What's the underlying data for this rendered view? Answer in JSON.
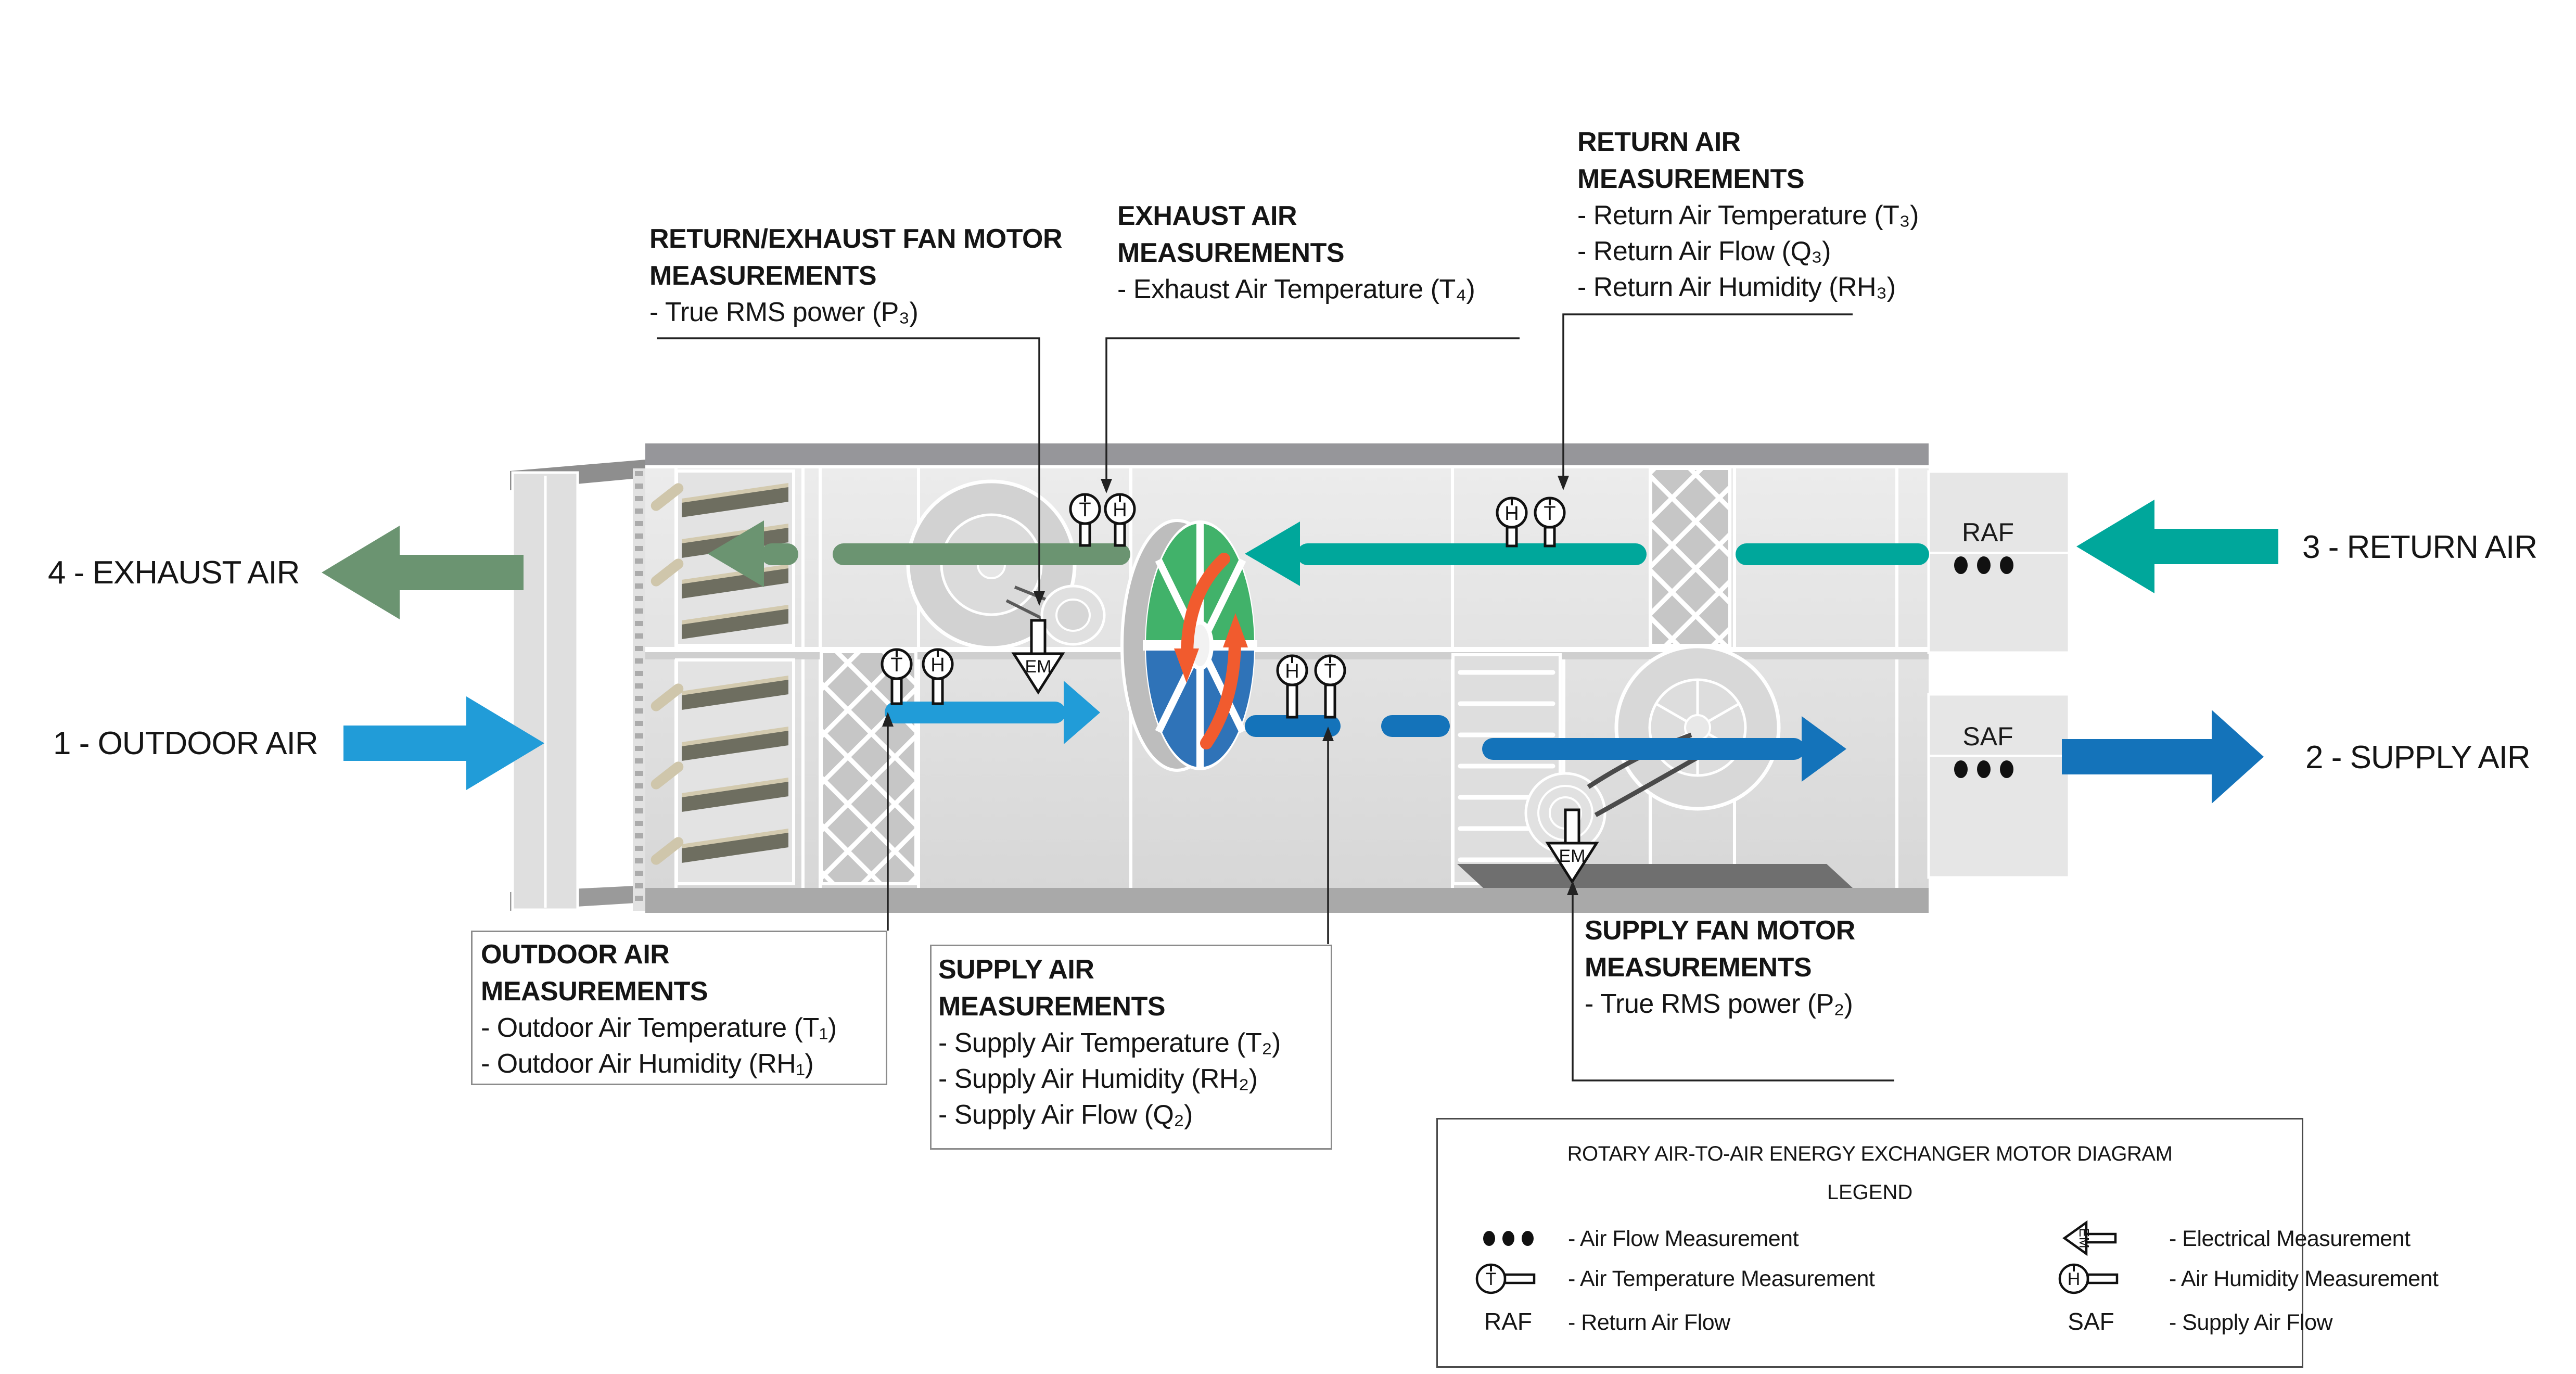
{
  "flows": {
    "exhaust": {
      "label": "4 - EXHAUST AIR",
      "color": "#6B9471"
    },
    "outdoor": {
      "label": "1 - OUTDOOR AIR",
      "color": "#219CD8"
    },
    "return": {
      "label": "3 - RETURN AIR",
      "color": "#00A79B"
    },
    "supply": {
      "label": "2 - SUPPLY AIR",
      "color": "#1473BA"
    }
  },
  "unit": {
    "raf_label": "RAF",
    "saf_label": "SAF"
  },
  "sensors": {
    "temperature_letter": "T",
    "humidity_letter": "H",
    "electrical_label": "EM"
  },
  "wheel": {
    "green": "#41B26A",
    "blue": "#2F73B8",
    "rotation_arrow": "#F15B2E"
  },
  "callouts": {
    "return_exhaust_fan_motor": {
      "title": "RETURN/EXHAUST FAN MOTOR MEASUREMENTS",
      "items": [
        "- True RMS power (P₃)"
      ]
    },
    "exhaust_air": {
      "title": "EXHAUST AIR MEASUREMENTS",
      "items": [
        "- Exhaust Air Temperature (T₄)"
      ]
    },
    "return_air": {
      "title": "RETURN AIR MEASUREMENTS",
      "items": [
        "- Return Air Temperature (T₃)",
        "- Return Air Flow (Q₃)",
        "- Return Air Humidity (RH₃)"
      ]
    },
    "outdoor_air": {
      "title": "OUTDOOR AIR MEASUREMENTS",
      "items": [
        "- Outdoor Air Temperature (T₁)",
        "- Outdoor Air Humidity (RH₁)"
      ]
    },
    "supply_air": {
      "title": "SUPPLY AIR MEASUREMENTS",
      "items": [
        "- Supply Air Temperature (T₂)",
        "- Supply Air Humidity (RH₂)",
        "- Supply Air Flow (Q₂)"
      ]
    },
    "supply_fan_motor": {
      "title": "SUPPLY FAN MOTOR MEASUREMENTS",
      "items": [
        "- True RMS power (P₂)"
      ]
    }
  },
  "legend": {
    "title": "ROTARY AIR-TO-AIR ENERGY EXCHANGER MOTOR DIAGRAM",
    "subtitle": "LEGEND",
    "entries": [
      {
        "symbol": "air-flow-dots",
        "label": "- Air Flow Measurement",
        "text": ""
      },
      {
        "symbol": "temperature-probe",
        "label": "- Air Temperature Measurement",
        "text": ""
      },
      {
        "symbol": "raf-text",
        "label": "- Return Air Flow",
        "text": "RAF"
      },
      {
        "symbol": "em-arrow",
        "label": "- Electrical Measurement",
        "text": ""
      },
      {
        "symbol": "humidity-probe",
        "label": "- Air Humidity Measurement",
        "text": ""
      },
      {
        "symbol": "saf-text",
        "label": "- Supply Air Flow",
        "text": "SAF"
      }
    ]
  }
}
